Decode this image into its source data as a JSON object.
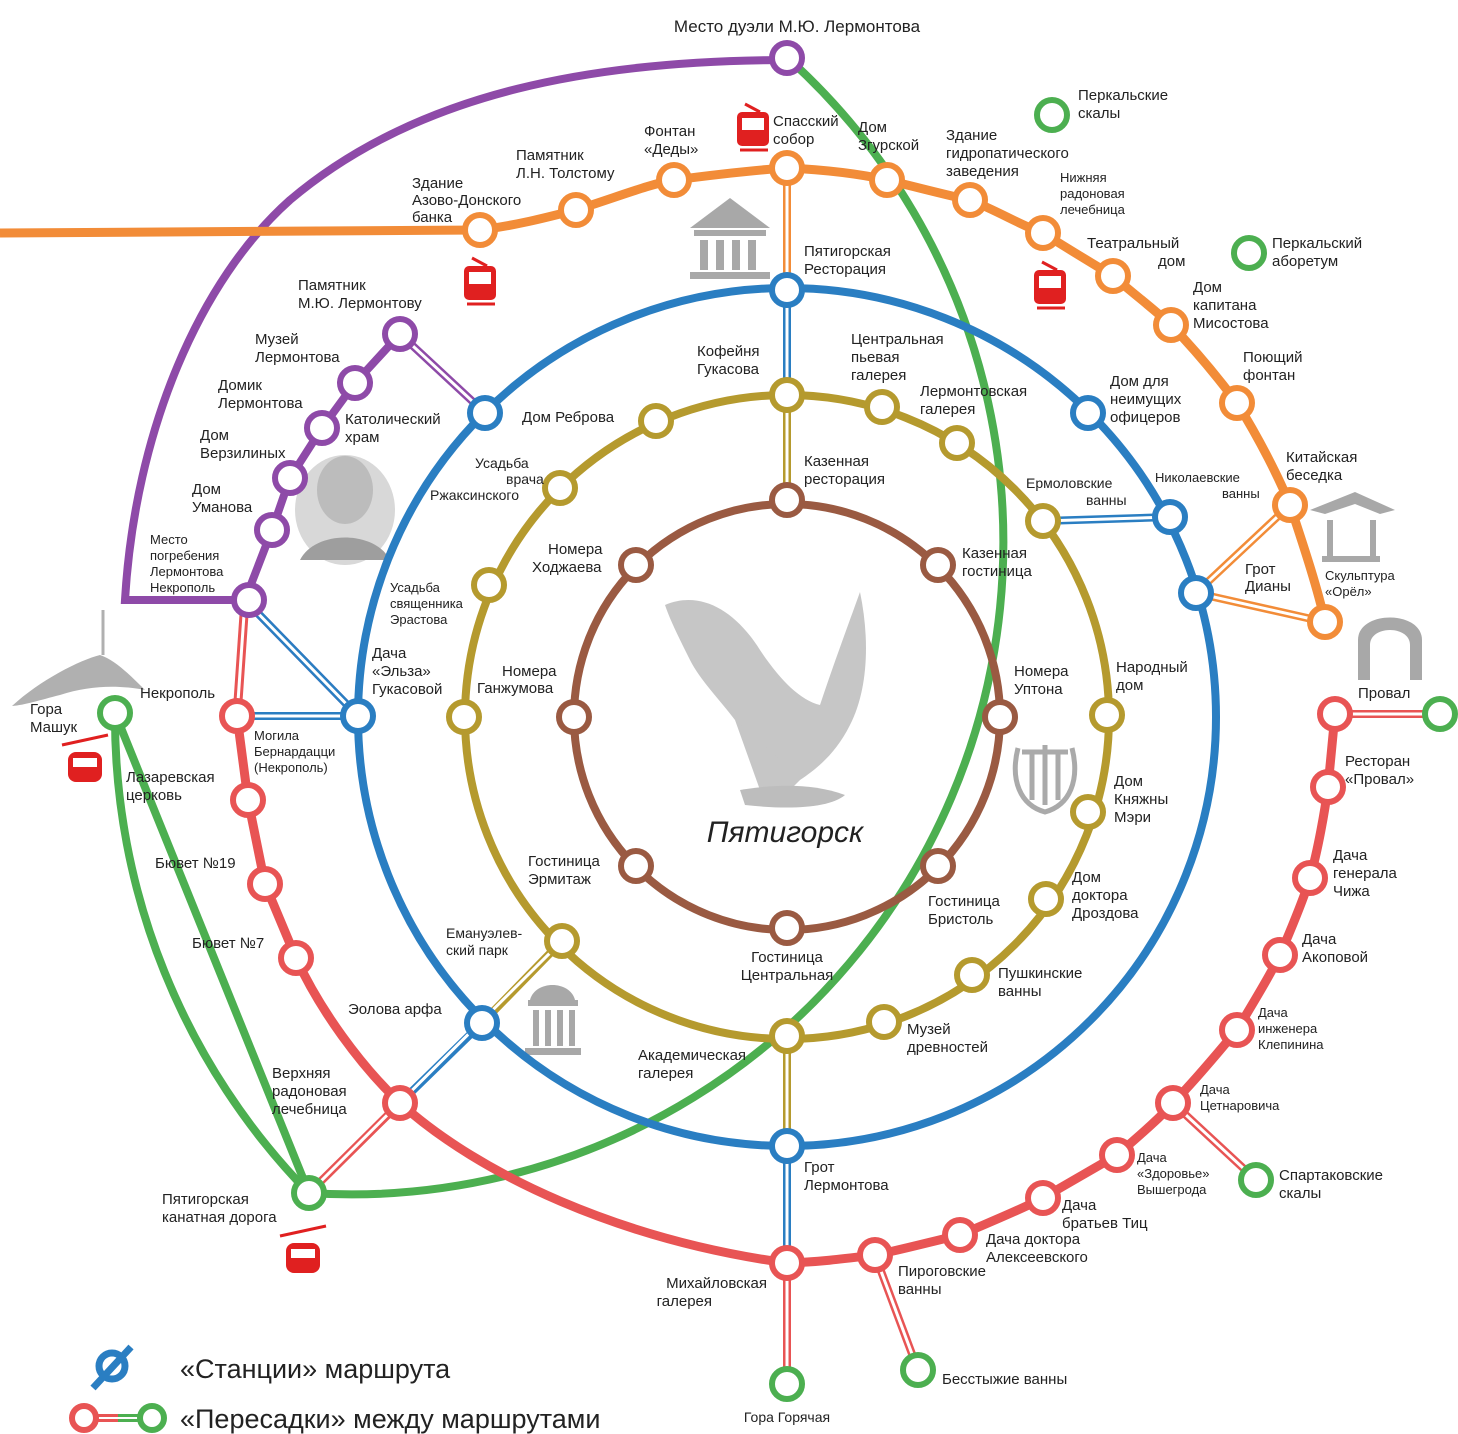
{
  "colors": {
    "orange": "#f28c38",
    "green": "#4caf50",
    "purple": "#8e4aa8",
    "blue": "#2a7ec2",
    "gold": "#b59a2e",
    "brown": "#9a5a42",
    "red": "#e85454",
    "icon_red": "#e02020",
    "icon_gray": "#9a9a9a"
  },
  "city_name": "Пятигорск",
  "legend": {
    "stations": "«Станции»  маршрута",
    "transfers": "«Пересадки» между маршрутами"
  },
  "stations": {
    "duel": "Место дуэли М.Ю. Лермонтова",
    "perkal_rocks_1": "Перкальские",
    "perkal_rocks_2": "скалы",
    "perkal_arb_1": "Перкальский",
    "perkal_arb_2": "аборетум",
    "azov_1": "Здание",
    "azov_2": "Азово-Донского",
    "azov_3": "банка",
    "tolstoy_1": "Памятник",
    "tolstoy_2": "Л.Н. Толстому",
    "dedy_1": "Фонтан",
    "dedy_2": "«Деды»",
    "spassky_1": "Спасский",
    "spassky_2": "собор",
    "zgurskoy_1": "Дом",
    "zgurskoy_2": "Згурской",
    "hydro_1": "Здание",
    "hydro_2": "гидропатического",
    "hydro_3": "заведения",
    "lower_radon_1": "Нижняя",
    "lower_radon_2": "радоновая",
    "lower_radon_3": "лечебница",
    "theatre_1": "Театральный",
    "theatre_2": "дом",
    "misostov_1": "Дом",
    "misostov_2": "капитана",
    "misostov_3": "Мисостова",
    "singing_1": "Поющий",
    "singing_2": "фонтан",
    "chinese_1": "Китайская",
    "chinese_2": "беседка",
    "eagle_1": "Скульптура",
    "eagle_2": "«Орёл»",
    "diana_1": "Грот",
    "diana_2": "Дианы",
    "proval": "Провал",
    "resto_proval_1": "Ресторан",
    "resto_proval_2": "«Провал»",
    "chizh_1": "Дача",
    "chizh_2": "генерала",
    "chizh_3": "Чижа",
    "akopova_1": "Дача",
    "akopova_2": "Акоповой",
    "klepinin_1": "Дача",
    "klepinin_2": "инженера",
    "klepinin_3": "Клепинина",
    "tsetnar_1": "Дача",
    "tsetnar_2": "Цетнаровича",
    "spartak_1": "Спартаковские",
    "spartak_2": "скалы",
    "vyshegrod_1": "Дача",
    "vyshegrod_2": "«Здоровье»",
    "vyshegrod_3": "Вышегрода",
    "tits_1": "Дача",
    "tits_2": "братьев Тиц",
    "alekseev_1": "Дача доктора",
    "alekseev_2": "Алексеевского",
    "pirogov_1": "Пироговские",
    "pirogov_2": "ванны",
    "shameless": "Бесстыжие ванны",
    "gora_gor": "Гора Горячая",
    "mikhail_1": "Михайловская",
    "mikhail_2": "галерея",
    "grot_lerm_1": "Грот",
    "grot_lerm_2": "Лермонтова",
    "kanat_1": "Пятигорская",
    "kanat_2": "канатная дорога",
    "upper_radon_1": "Верхняя",
    "upper_radon_2": "радоновая",
    "upper_radon_3": "лечебница",
    "eolova": "Эолова арфа",
    "buvet7": "Бювет №7",
    "buvet19": "Бювет №19",
    "lazarev_1": "Лазаревская",
    "lazarev_2": "церковь",
    "mashuk_1": "Гора",
    "mashuk_2": "Машук",
    "necropol": "Некрополь",
    "bernard_1": "Могила",
    "bernard_2": "Бернардацци",
    "bernard_3": "(Некрополь)",
    "burial_1": "Место",
    "burial_2": "погребения",
    "burial_3": "Лермонтова",
    "burial_4": "Некрополь",
    "umanov_1": "Дом",
    "umanov_2": "Уманова",
    "verzilin_1": "Дом",
    "verzilin_2": "Верзилиных",
    "domik_1": "Домик",
    "domik_2": "Лермонтова",
    "museum_l_1": "Музей",
    "museum_l_2": "Лермонтова",
    "monument_l_1": "Памятник",
    "monument_l_2": "М.Ю. Лермонтову",
    "catholic_1": "Католический",
    "catholic_2": "храм",
    "restoration_1": "Пятигорская",
    "restoration_2": "Ресторация",
    "officers_1": "Дом для",
    "officers_2": "неимущих",
    "officers_3": "офицеров",
    "nikolaev_1": "Николаевские",
    "nikolaev_2": "ванны",
    "rebrov": "Дом Реброва",
    "elsa_1": "Дача",
    "elsa_2": "«Эльза»",
    "elsa_3": "Гукасовой",
    "emanuel_1": "Емануэлев-",
    "emanuel_2": "ский парк",
    "coffee_1": "Кофейня",
    "coffee_2": "Гукасова",
    "central_gallery_1": "Центральная",
    "central_gallery_2": "пьевая",
    "central_gallery_3": "галерея",
    "lerm_gallery_1": "Лермонтовская",
    "lerm_gallery_2": "галерея",
    "ermolov_1": "Ермоловские",
    "ermolov_2": "ванны",
    "narodny_1": "Народный",
    "narodny_2": "дом",
    "mary_1": "Дом",
    "mary_2": "Княжны",
    "mary_3": "Мэри",
    "drozdov_1": "Дом",
    "drozdov_2": "доктора",
    "drozdov_3": "Дроздова",
    "pushkin_1": "Пушкинские",
    "pushkin_2": "ванны",
    "antiq_1": "Музей",
    "antiq_2": "древностей",
    "academic_1": "Академическая",
    "academic_2": "галерея",
    "rzhaksinsky_1": "Усадьба",
    "rzhaksinsky_2": "врача",
    "rzhaksinsky_3": "Ржаксинского",
    "erastov_1": "Усадьба",
    "erastov_2": "священника",
    "erastov_3": "Эрастова",
    "kaz_rest_1": "Казенная",
    "kaz_rest_2": "ресторация",
    "kaz_hotel_1": "Казенная",
    "kaz_hotel_2": "гостиница",
    "upton_1": "Номера",
    "upton_2": "Уптона",
    "bristol_1": "Гостиница",
    "bristol_2": "Бристоль",
    "central_hotel_1": "Гостиница",
    "central_hotel_2": "Центральная",
    "hermitage_1": "Гостиница",
    "hermitage_2": "Эрмитаж",
    "ganzhumov_1": "Номера",
    "ganzhumov_2": "Ганжумова",
    "khodzhaev_1": "Номера",
    "khodzhaev_2": "Ходжаева"
  }
}
